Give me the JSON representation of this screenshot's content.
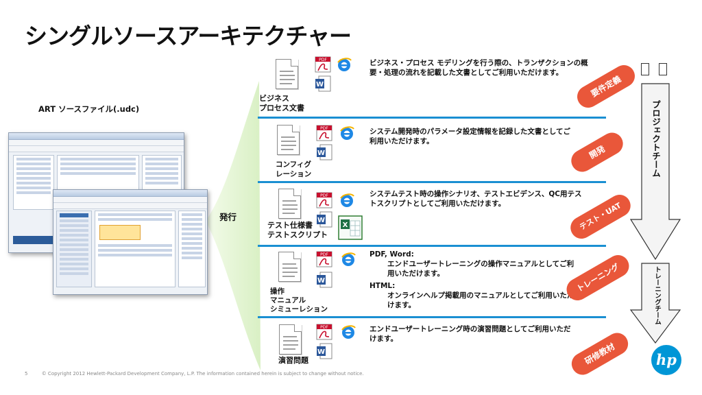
{
  "title": "シングルソースアーキテクチャー",
  "source_label": "ART ソースファイル(.udc)",
  "publish_label": "発行",
  "sections": [
    {
      "doc_label": [
        "ビジネス",
        "プロセス文書"
      ],
      "description": [
        "ビジネス・プロセス モデリングを行う際の、トランザクションの概",
        "要・処理の流れを記載した文書としてご利用いただけます。"
      ],
      "badge": "要件定義"
    },
    {
      "doc_label": [
        "コンフィグ",
        "レーション"
      ],
      "description": [
        "システム開発時のパラメータ設定情報を記録した文書としてご",
        "利用いただけます。"
      ],
      "badge": "開発"
    },
    {
      "doc_label": [
        "テスト仕様書",
        "テストスクリプト"
      ],
      "description": [
        "システムテスト時の操作シナリオ、テストエビデンス、QC用テス",
        "トスクリプトとしてご利用いただけます。"
      ],
      "badge": "テスト・UAT"
    },
    {
      "doc_label": [
        "操作",
        "マニュアル",
        "シミューレション"
      ],
      "description_pdf_head": "PDF, Word:",
      "description_pdf_body": [
        "エンドユーザートレーニングの操作マニュアルとしてご利",
        "用いただけます。"
      ],
      "description_html_head": "HTML:",
      "description_html_body": [
        "オンラインヘルプ掲載用のマニュアルとしてご利用いただ",
        "けます。"
      ],
      "badge": "トレーニング"
    },
    {
      "doc_label": [
        "演習問題"
      ],
      "description": [
        "エンドユーザートレーニング時の演習問題としてご利用いただ",
        "けます。"
      ],
      "badge": "研修教材"
    }
  ],
  "arrows": {
    "project_team": "プロジェクトチーム",
    "training_team": "トレーニングチーム"
  },
  "footer": {
    "page_number": "5",
    "copyright": "© Copyright 2012 Hewlett-Packard Development Company, L.P.  The information contained herein is subject to change without notice."
  },
  "logo_text": "hp",
  "colors": {
    "separator": "#1a8fd2",
    "badge": "#e9573a",
    "hp_blue": "#0096d6",
    "fan": "#e6f5d6"
  },
  "icons": [
    "document-icon",
    "pdf-icon",
    "ie-icon",
    "word-icon",
    "excel-icon"
  ]
}
